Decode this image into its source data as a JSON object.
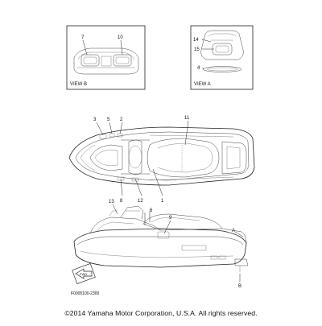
{
  "view_b": {
    "label": "VIEW B",
    "callouts": [
      "7",
      "10"
    ]
  },
  "view_a": {
    "label": "VIEW A",
    "callouts": [
      "14",
      "15",
      "4"
    ]
  },
  "top_view": {
    "callouts": [
      "3",
      "5",
      "2",
      "11",
      "8",
      "12",
      "1"
    ]
  },
  "side_view": {
    "callouts": [
      "13",
      "6",
      "9",
      "A",
      "B"
    ],
    "fwd_label": "FWD"
  },
  "figure_code": "F0005100-2300",
  "copyright": "©2014 Yamaha Motor Corporation, U.S.A. All rights reserved."
}
